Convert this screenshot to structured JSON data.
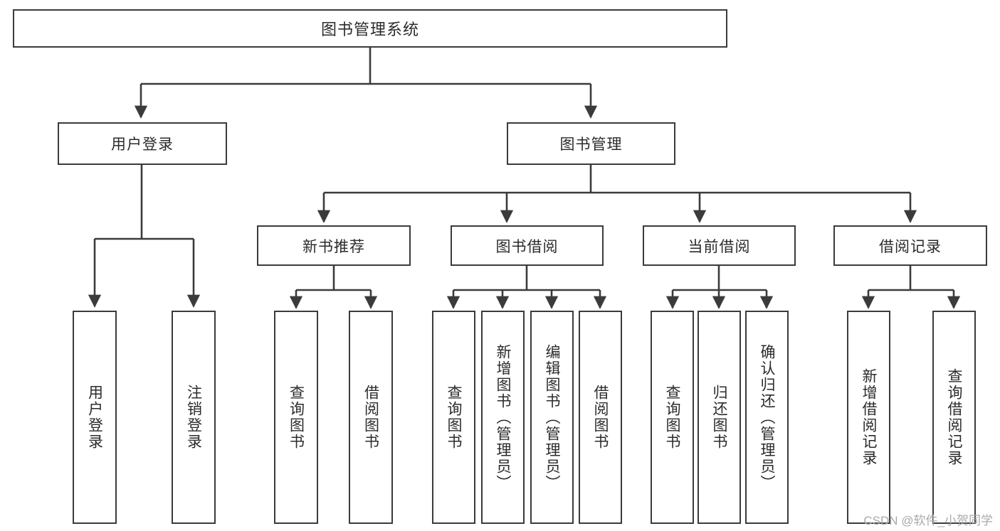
{
  "diagram": {
    "type": "tree-hierarchy",
    "root": {
      "label": "图书管理系统"
    },
    "level1": [
      {
        "label": "用户登录"
      },
      {
        "label": "图书管理"
      }
    ],
    "level2": [
      {
        "label": "新书推荐"
      },
      {
        "label": "图书借阅"
      },
      {
        "label": "当前借阅"
      },
      {
        "label": "借阅记录"
      }
    ],
    "leaves": {
      "user_login": [
        {
          "label": "用户登录"
        },
        {
          "label": "注销登录"
        }
      ],
      "new_book_recommend": [
        {
          "label": "查询图书"
        },
        {
          "label": "借阅图书"
        }
      ],
      "book_borrow": [
        {
          "label": "查询图书"
        },
        {
          "label": "新增图书（管理员）"
        },
        {
          "label": "编辑图书（管理员）"
        },
        {
          "label": "借阅图书"
        }
      ],
      "current_borrow": [
        {
          "label": "查询图书"
        },
        {
          "label": "归还图书"
        },
        {
          "label": "确认归还（管理员）"
        }
      ],
      "borrow_record": [
        {
          "label": "新增借阅记录"
        },
        {
          "label": "查询借阅记录"
        }
      ]
    }
  },
  "watermark": {
    "text": "CSDN @软件_小贺同学"
  },
  "colors": {
    "stroke": "#3b3b3b",
    "text": "#2b2b2b",
    "background": "#ffffff",
    "watermark": "#a9a9a9"
  }
}
